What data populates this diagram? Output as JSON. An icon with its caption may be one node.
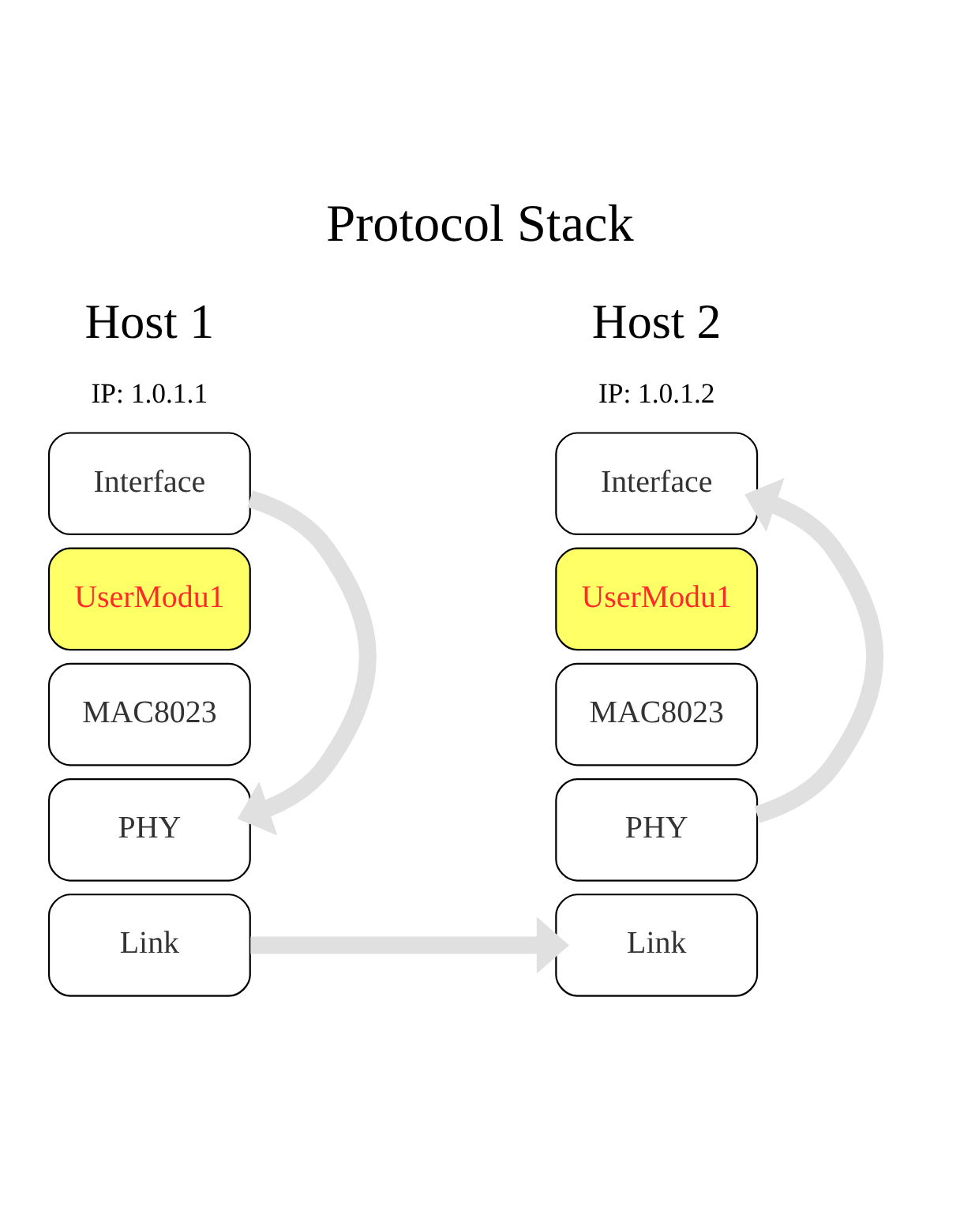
{
  "diagram": {
    "title": "Protocol Stack",
    "nodes": [
      {
        "text": [
          "Interface"
        ]
      },
      {
        "text": [
          "UserModu1"
        ]
      },
      {
        "text": [
          "MAC8023"
        ]
      },
      {
        "text": [
          "PHY"
        ]
      },
      {
        "text": [
          "Link"
        ]
      },
      {
        "text": [
          "Interface"
        ]
      },
      {
        "text": [
          "UserModu1"
        ]
      },
      {
        "text": [
          "MAC8023"
        ]
      },
      {
        "text": [
          "PHY"
        ]
      },
      {
        "text": [
          "Link"
        ]
      }
    ],
    "edges": [
      {
        "from": 0,
        "to": 3,
        "arrow": "to"
      },
      {
        "from": 4,
        "to": 9,
        "arrow": "to"
      },
      {
        "from": 8,
        "to": 5,
        "arrow": "to"
      }
    ],
    "labels": [
      "Host 1",
      "IP: 1.0.1.1",
      "Host 2",
      "IP: 1.0.1.2"
    ]
  }
}
